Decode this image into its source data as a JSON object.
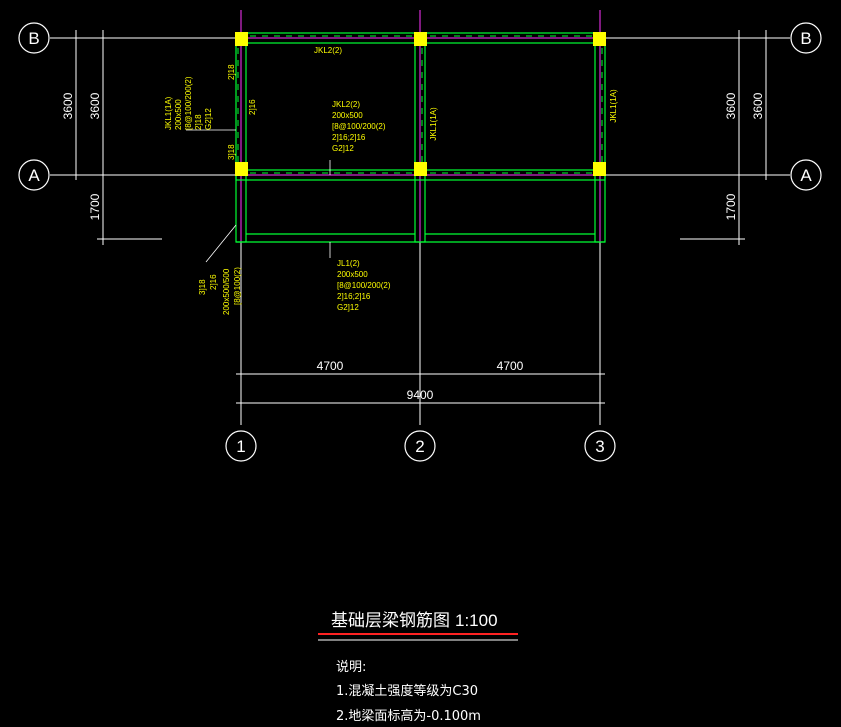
{
  "colors": {
    "background": "#000000",
    "axis": "#ffffff",
    "grid_line": "#ff33ff",
    "beam": "#00ff33",
    "column": "#ffff00",
    "annotation": "#ffff00",
    "title_underline": "#ff2222"
  },
  "axes": {
    "rows": [
      "B",
      "A"
    ],
    "cols": [
      "1",
      "2",
      "3"
    ]
  },
  "dimensions": {
    "left_outer": "3600",
    "left_inner_top": "3600",
    "left_inner_bottom": "1700",
    "right_outer": "3600",
    "right_inner_top": "3600",
    "right_inner_bottom": "1700",
    "span_1_2": "4700",
    "span_2_3": "4700",
    "total": "9400"
  },
  "beam_labels": {
    "top_beam": "JKL2(2)",
    "mid_beam": [
      "JKL2(2)",
      "200x500",
      "[8@100/200(2)",
      "2]16;2]16",
      "G2]12"
    ],
    "col2_beam": "JKL1(1A)",
    "col3_beam": "JKL1(1A)",
    "left_beam": [
      "JKL1(1A)",
      "200x500",
      "[8@100/200(2)",
      "2]18",
      "G2]12"
    ],
    "left_small_top": "2]18",
    "left_small_mid": "2]16",
    "left_small_bot": "3]18",
    "bottom_beam": [
      "JL1(2)",
      "200x500",
      "[8@100/200(2)",
      "2]16;2]16",
      "G2]12"
    ],
    "bottom_left": [
      "3]18",
      "2]16",
      "200x500/500",
      "[8@100(2)"
    ]
  },
  "title": {
    "name": "基础层梁钢筋图",
    "scale": "1:100"
  },
  "notes": {
    "heading": "说明:",
    "items": [
      "1.混凝土强度等级为C30",
      "2.地梁面标高为-0.100m"
    ]
  }
}
